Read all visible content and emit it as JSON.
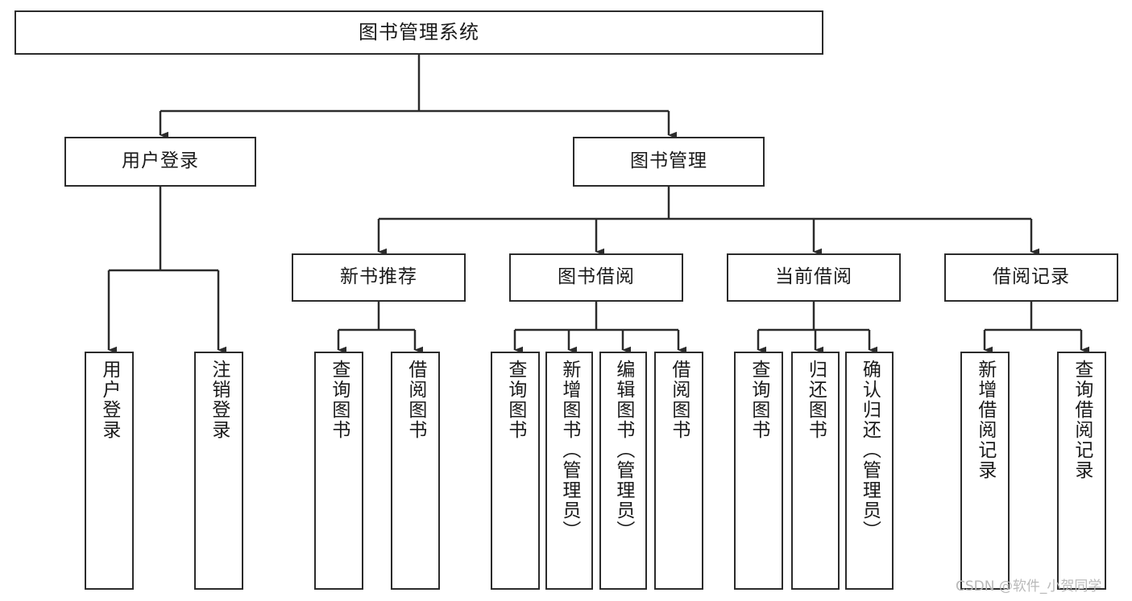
{
  "diagram": {
    "title": "图书管理系统",
    "type": "tree-hierarchy-diagram",
    "watermark": "CSDN @软件_小贺同学",
    "colors": {
      "stroke": "#2b2b2b",
      "fill": "#ffffff",
      "text": "#1a1a1a",
      "watermark": "#b9b9b9"
    },
    "nodes": {
      "root": {
        "label": "图书管理系统"
      },
      "level2": [
        {
          "label": "用户登录"
        },
        {
          "label": "图书管理"
        }
      ],
      "level3": [
        {
          "label": "新书推荐"
        },
        {
          "label": "图书借阅"
        },
        {
          "label": "当前借阅"
        },
        {
          "label": "借阅记录"
        }
      ],
      "leaves": {
        "user_login": [
          {
            "label": "用户登录"
          },
          {
            "label": "注销登录"
          }
        ],
        "new_book_recommend": [
          {
            "label": "查询图书"
          },
          {
            "label": "借阅图书"
          }
        ],
        "book_borrow": [
          {
            "label": "查询图书"
          },
          {
            "label": "新增图书（管理员）"
          },
          {
            "label": "编辑图书（管理员）"
          },
          {
            "label": "借阅图书"
          }
        ],
        "current_borrow": [
          {
            "label": "查询图书"
          },
          {
            "label": "归还图书"
          },
          {
            "label": "确认归还（管理员）"
          }
        ],
        "borrow_record": [
          {
            "label": "新增借阅记录"
          },
          {
            "label": "查询借阅记录"
          }
        ]
      }
    }
  }
}
